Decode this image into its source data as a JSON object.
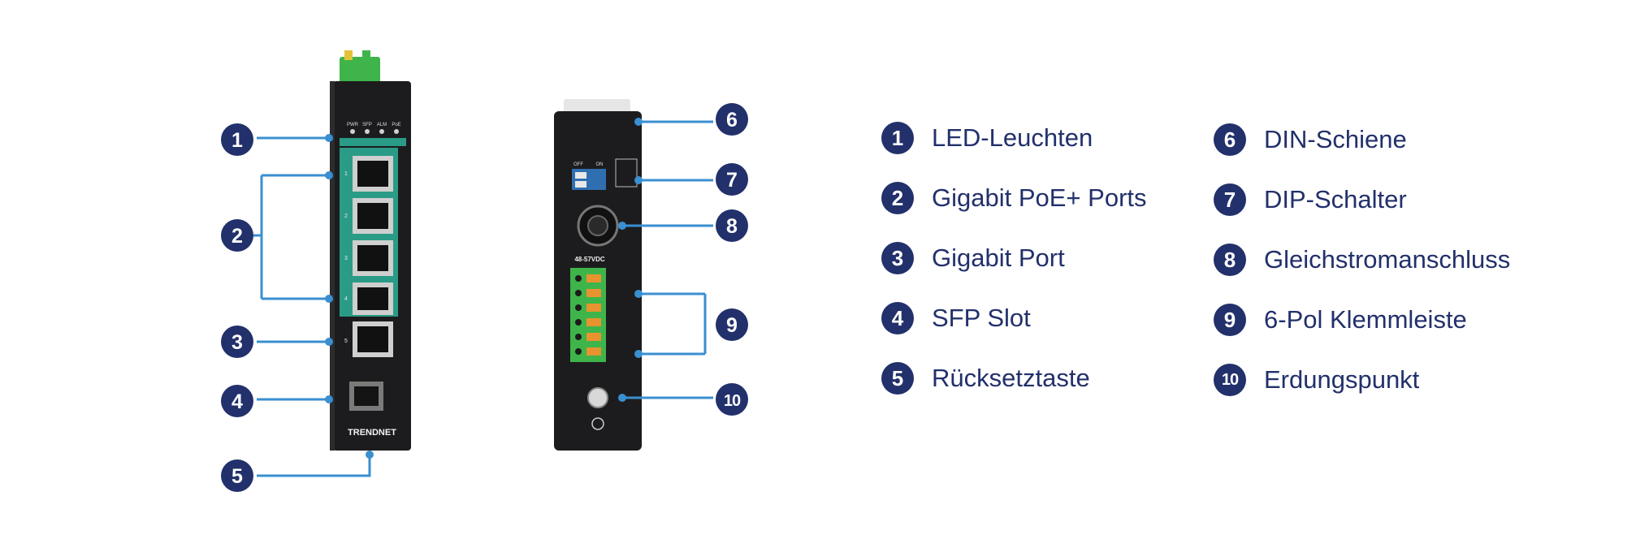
{
  "brand": {
    "logo_text": "TRENDNET",
    "voltage_label": "48-57VDC"
  },
  "device_front": {
    "led_labels": [
      "PWR",
      "SFP",
      "ALM",
      "PoE"
    ],
    "port_numbers": [
      "1",
      "2",
      "3",
      "4",
      "5"
    ]
  },
  "device_back": {
    "dip_labels": [
      "OFF",
      "ON"
    ]
  },
  "callouts": [
    "1",
    "2",
    "3",
    "4",
    "5",
    "6",
    "7",
    "8",
    "9",
    "10"
  ],
  "legend": {
    "left": [
      {
        "num": "1",
        "label": "LED-Leuchten"
      },
      {
        "num": "2",
        "label": "Gigabit PoE+ Ports"
      },
      {
        "num": "3",
        "label": "Gigabit Port"
      },
      {
        "num": "4",
        "label": "SFP Slot"
      },
      {
        "num": "5",
        "label": "Rücksetztaste"
      }
    ],
    "right": [
      {
        "num": "6",
        "label": "DIN-Schiene"
      },
      {
        "num": "7",
        "label": "DIP-Schalter"
      },
      {
        "num": "8",
        "label": "Gleichstromanschluss"
      },
      {
        "num": "9",
        "label": "6-Pol Klemmleiste"
      },
      {
        "num": "10",
        "label": "Erdungspunkt"
      }
    ]
  },
  "colors": {
    "accent": "#22306b",
    "leader": "#3a8fd0",
    "device": "#1c1c1e",
    "port_panel": "#2a9b86",
    "connector": "#3fb44a"
  }
}
